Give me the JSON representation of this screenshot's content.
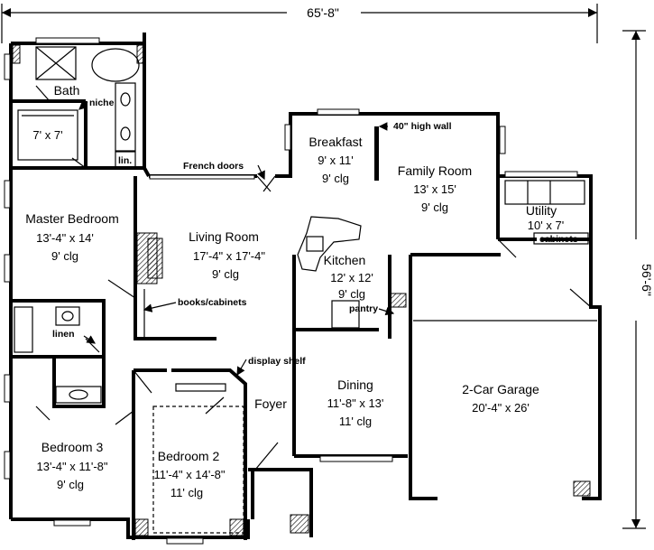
{
  "dimensions": {
    "overall_width": "65'-8\"",
    "overall_depth": "56'-6\""
  },
  "rooms": {
    "bath": {
      "name": "Bath"
    },
    "closet_master": {
      "size": "7' x 7'"
    },
    "breakfast": {
      "name": "Breakfast",
      "size": "9' x 11'",
      "ceiling": "9' clg"
    },
    "family_room": {
      "name": "Family Room",
      "size": "13' x 15'",
      "ceiling": "9' clg"
    },
    "master_bedroom": {
      "name": "Master Bedroom",
      "size": "13'-4\" x 14'",
      "ceiling": "9' clg"
    },
    "living_room": {
      "name": "Living Room",
      "size": "17'-4\" x 17'-4\"",
      "ceiling": "9' clg"
    },
    "utility": {
      "name": "Utility",
      "size": "10' x 7'"
    },
    "kitchen": {
      "name": "Kitchen",
      "size": "12' x 12'",
      "ceiling": "9' clg"
    },
    "dining": {
      "name": "Dining",
      "size": "11'-8\" x 13'",
      "ceiling": "11' clg"
    },
    "garage": {
      "name": "2-Car Garage",
      "size": "20'-4\" x 26'"
    },
    "foyer": {
      "name": "Foyer"
    },
    "bedroom3": {
      "name": "Bedroom 3",
      "size": "13'-4\" x 11'-8\"",
      "ceiling": "9' clg"
    },
    "bedroom2": {
      "name": "Bedroom 2",
      "size": "11'-4\" x 14'-8\"",
      "ceiling": "11' clg"
    }
  },
  "labels": {
    "niche": "niche",
    "lin_bath": "lin.",
    "high_wall": "40\" high wall",
    "french_doors": "French doors",
    "cabinets": "cabinets",
    "books_cabinets": "books/cabinets",
    "linen": "linen",
    "pantry": "pantry",
    "display_shelf": "display shelf"
  }
}
